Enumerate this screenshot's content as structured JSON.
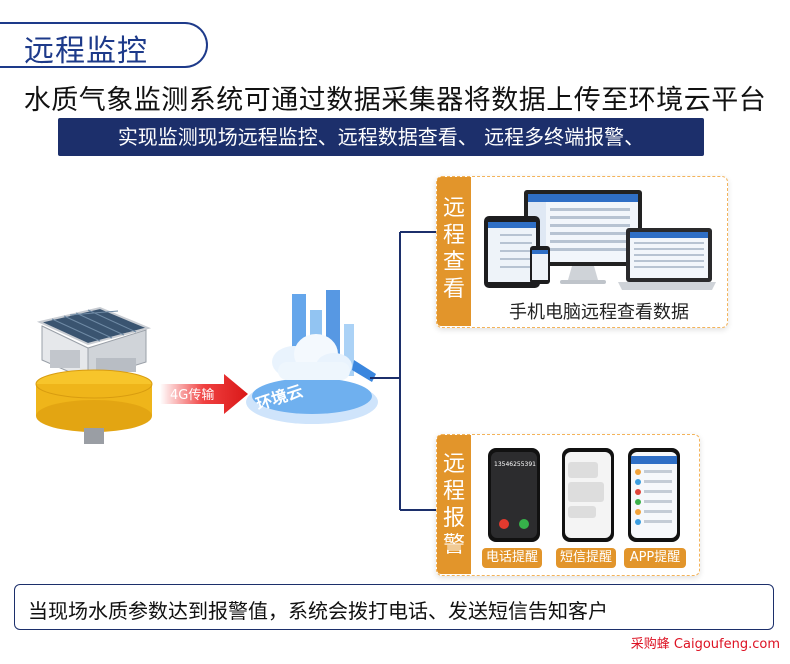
{
  "header": {
    "tab_title": "远程监控"
  },
  "headline": "水质气象监测系统可通过数据采集器将数据上传至环境云平台",
  "subbar": "实现监测现场远程监控、远程数据查看、 远程多终端报警、",
  "transmission_label": "4G传输",
  "cloud_label": "环境云",
  "panel_view": {
    "label_chars": [
      "远",
      "程",
      "查",
      "看"
    ],
    "caption": "手机电脑远程查看数据"
  },
  "panel_alarm": {
    "label_chars": [
      "远",
      "程",
      "报",
      "警"
    ],
    "badges": [
      "电话提醒",
      "短信提醒",
      "APP提醒"
    ],
    "phone_number": "13546255391"
  },
  "bottom_text": "当现场水质参数达到报警值，系统会拨打电话、发送短信告知客户",
  "watermark": "采购蜂 Caigoufeng.com",
  "colors": {
    "navy": "#1c2f6b",
    "orange": "#e2952b",
    "red": "#e0201f",
    "blue": "#2f7fe0"
  }
}
